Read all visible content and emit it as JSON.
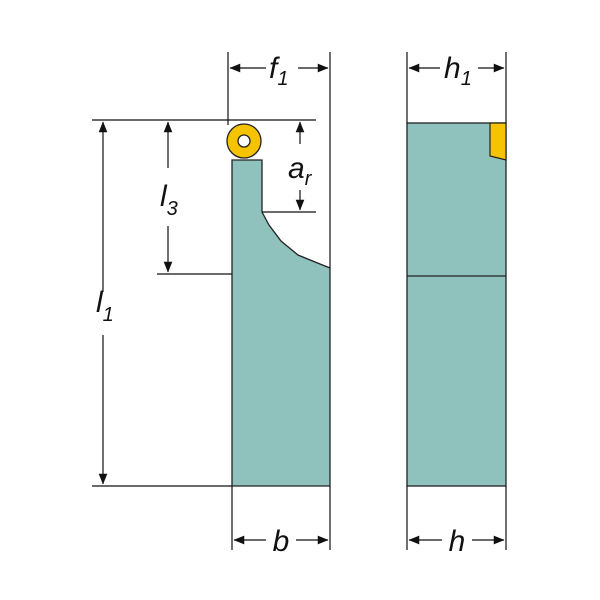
{
  "colors": {
    "holder_fill": "#8fc2bc",
    "insert_fill": "#f6c300",
    "insert_hole": "#ffffff",
    "line": "#111111",
    "background": "#ffffff"
  },
  "dimensions": {
    "f1": {
      "main": "f",
      "sub": "1"
    },
    "ar": {
      "main": "a",
      "sub": "r"
    },
    "l3": {
      "main": "l",
      "sub": "3"
    },
    "l1": {
      "main": "l",
      "sub": "1"
    },
    "b": {
      "main": "b"
    },
    "h1": {
      "main": "h",
      "sub": "1"
    },
    "h": {
      "main": "h"
    }
  },
  "icons": [
    "arrow-head-icon",
    "insert-icon"
  ]
}
